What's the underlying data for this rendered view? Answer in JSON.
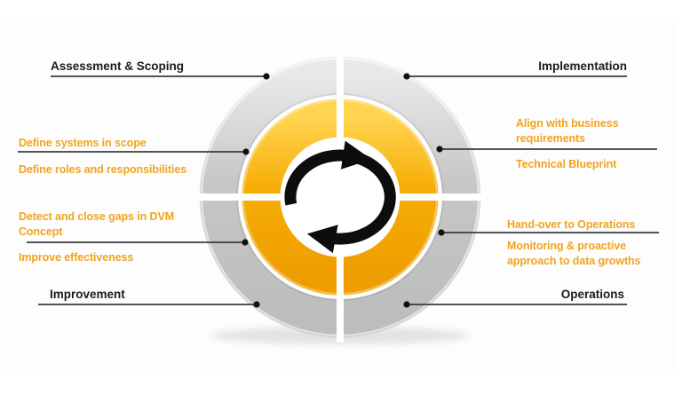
{
  "diagram": {
    "type": "circular-lifecycle-cycle",
    "quadrants": {
      "assessment": {
        "label": "Assessment & Scoping",
        "position": "top-left"
      },
      "implementation": {
        "label": "Implementation",
        "position": "top-right"
      },
      "operations": {
        "label": "Operations",
        "position": "bottom-right"
      },
      "improvement": {
        "label": "Improvement",
        "position": "bottom-left"
      }
    },
    "callouts": {
      "define_systems": "Define systems in scope",
      "define_roles": "Define roles and responsibilities",
      "align_business": "Align with business requirements",
      "technical_blueprint": "Technical Blueprint",
      "detect_gaps": "Detect and close gaps in DVM Concept",
      "improve_effectiveness": "Improve effectiveness",
      "handover": "Hand-over to Operations",
      "monitoring": "Monitoring & proactive approach to  data growths"
    },
    "icons": {
      "center_cycle": "cycle-arrows-icon"
    },
    "colors": {
      "ring_outer_gray": "#c8c8c8",
      "ring_inner_orange": "#f5a900",
      "ring_inner_orange_highlight": "#ffd44f",
      "callout_text_orange": "#f0a41e",
      "label_text_black": "#1b1b1b",
      "leader_line": "#3b3b3b",
      "arrow_black": "#0d0d0d"
    }
  }
}
